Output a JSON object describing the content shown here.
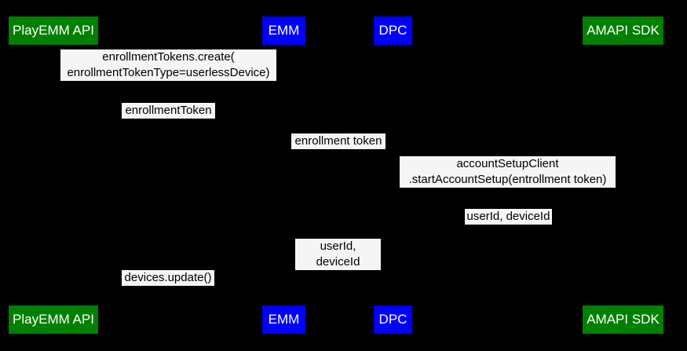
{
  "diagram": {
    "type": "sequence-diagram",
    "background_color": "#000000",
    "colors": {
      "actor_green": "#008000",
      "actor_blue": "#0000ff",
      "actor_text": "#ffffff",
      "message_bg": "#f5f5f5",
      "message_text": "#000000"
    },
    "actors": [
      {
        "label": "PlayEMM API",
        "color": "#008000"
      },
      {
        "label": "EMM",
        "color": "#0000ff"
      },
      {
        "label": "DPC",
        "color": "#0000ff"
      },
      {
        "label": "AMAPI SDK",
        "color": "#008000"
      }
    ],
    "messages": [
      {
        "text": "enrollmentTokens.create(\nenrollmentTokenType=userlessDevice)"
      },
      {
        "text": "enrollmentToken"
      },
      {
        "text": "enrollment token"
      },
      {
        "text": "accountSetupClient\n.startAccountSetup(entrollment token)"
      },
      {
        "text": "userId, deviceId"
      },
      {
        "text": "userId, deviceId"
      },
      {
        "text": "devices.update()"
      }
    ]
  }
}
